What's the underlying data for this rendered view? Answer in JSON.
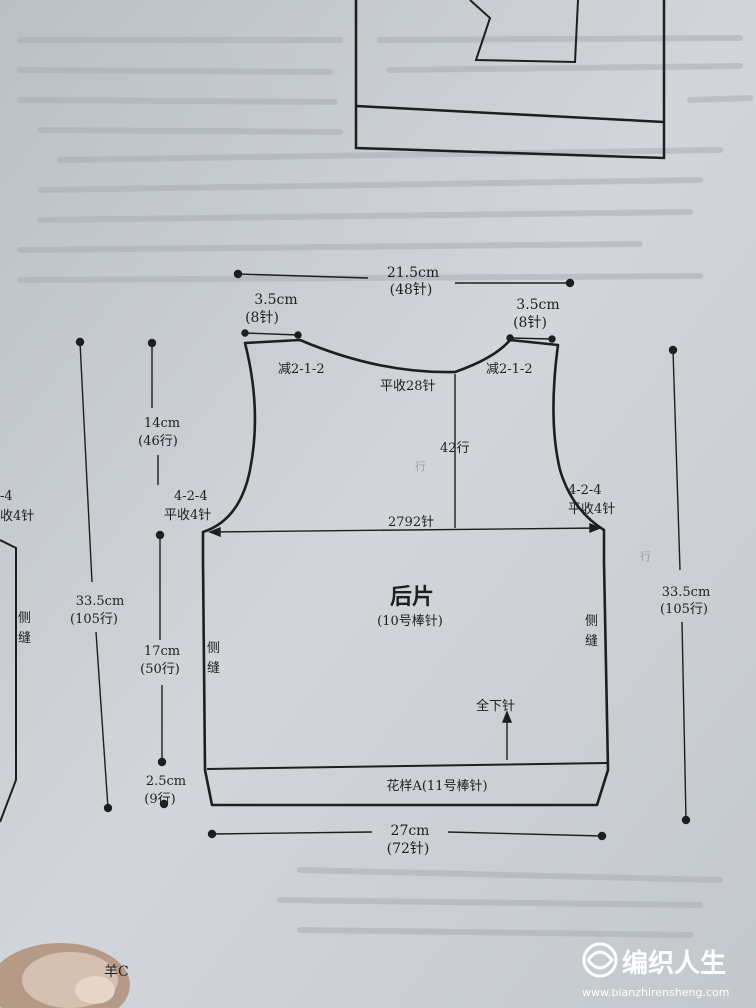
{
  "diagram": {
    "panel_title": "后片",
    "needle_note": "(10号棒针)",
    "pattern_band": "花样A(11号棒针)",
    "top_width": {
      "cm": "21.5cm",
      "st": "(48针)"
    },
    "shoulder_left": {
      "cm": "3.5cm",
      "st": "(8针)"
    },
    "shoulder_right": {
      "cm": "3.5cm",
      "st": "(8针)"
    },
    "neck_dec_left": "减2-1-2",
    "neck_dec_right": "减2-1-2",
    "neck_bind_off": "平收28针",
    "neck_depth": "42行",
    "bust_stitches": "2792针",
    "armhole_height": {
      "cm": "14cm",
      "rows": "(46行)"
    },
    "armhole_dec_left": {
      "a": "4-2-4",
      "b": "平收4针"
    },
    "armhole_dec_right": {
      "a": "4-2-4",
      "b": "平收4针"
    },
    "body_height": {
      "cm": "17cm",
      "rows": "(50行)"
    },
    "rib_height": {
      "cm": "2.5cm",
      "rows": "(9行)"
    },
    "total_left": {
      "cm": "33.5cm",
      "rows": "(105行)"
    },
    "total_right": {
      "cm": "33.5cm",
      "rows": "(105行)"
    },
    "side_seam_left": [
      "侧",
      "缝"
    ],
    "side_seam_right": [
      "侧",
      "缝"
    ],
    "cast_on_note": "全下针",
    "bottom_width": {
      "cm": "27cm",
      "st": "(72针)"
    }
  },
  "left_fragment": {
    "dec_a": "-4",
    "dec_b": "收4针",
    "seam": [
      "侧",
      "缝"
    ]
  },
  "corner_text": "羊C",
  "watermark": {
    "brand": "编织人生",
    "url": "www.bianzhirensheng.com"
  }
}
